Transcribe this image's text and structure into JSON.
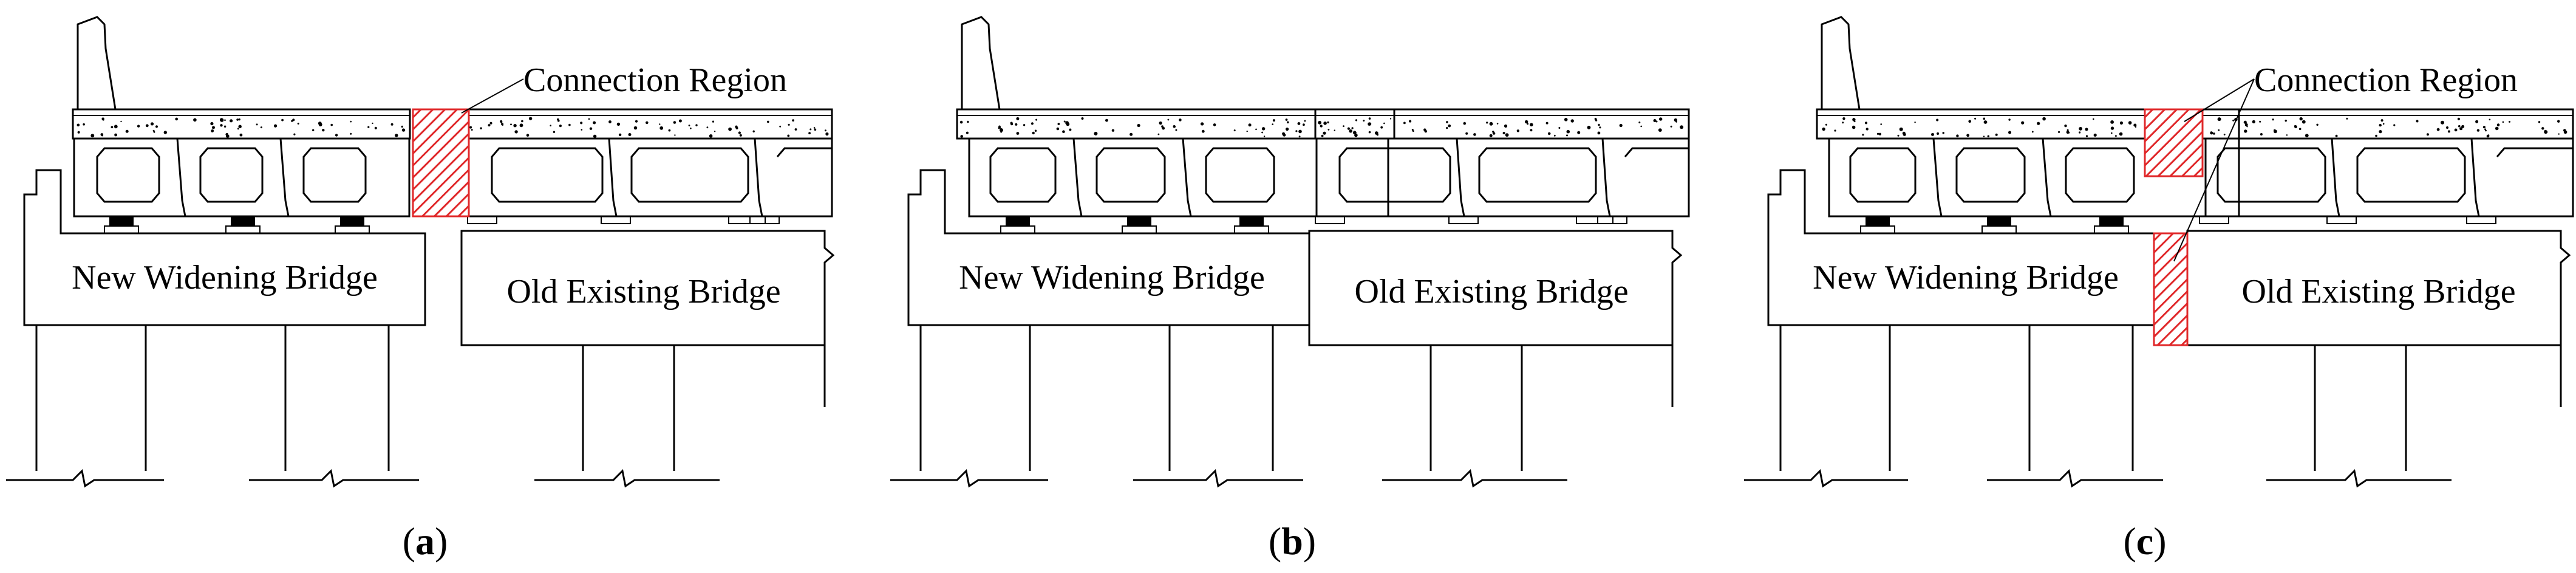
{
  "colors": {
    "hatch": "#e0282a",
    "line": "#000000"
  },
  "labels": {
    "connection_region": "Connection Region",
    "new_bridge": "New Widening Bridge",
    "old_bridge": "Old Existing Bridge"
  },
  "panels": [
    {
      "id": "a",
      "letter": "a",
      "show_connection": true,
      "hatch": "deck"
    },
    {
      "id": "b",
      "letter": "b",
      "show_connection": false,
      "hatch": "none"
    },
    {
      "id": "c",
      "letter": "c",
      "show_connection": true,
      "hatch": "deck-and-cap"
    }
  ]
}
